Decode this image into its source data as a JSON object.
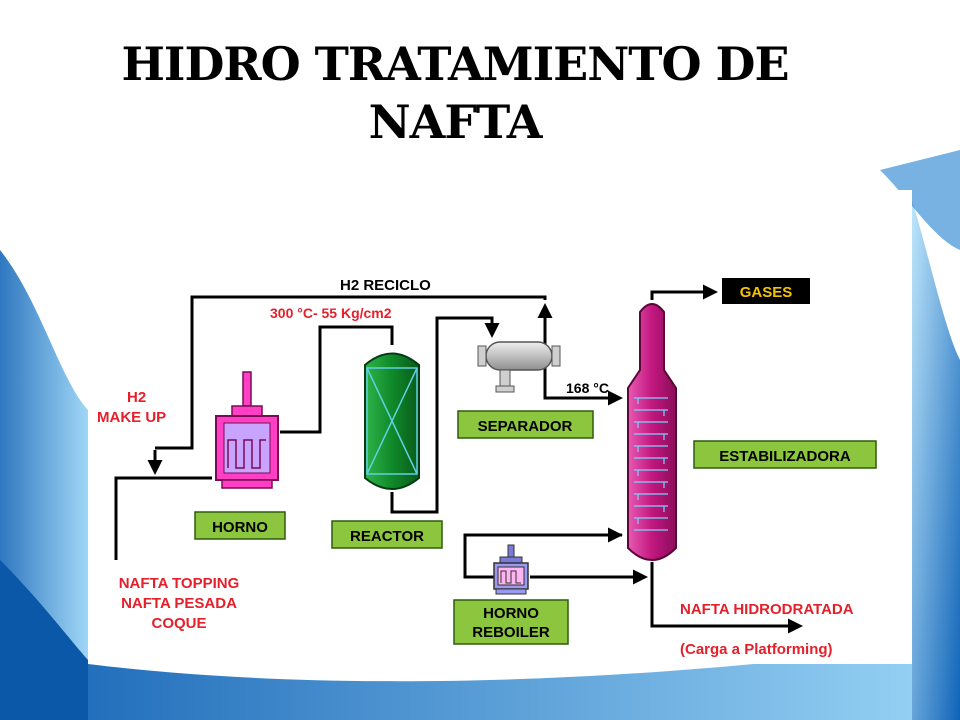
{
  "slide": {
    "title_line1": "HIDRO TRATAMIENTO DE",
    "title_line2": "NAFTA"
  },
  "diagram": {
    "header": "HIDROTRATAMIENTO DE NAFTAS",
    "h2_reciclo": "H2  RECICLO",
    "conditions": "300 °C- 55 Kg/cm2",
    "h2_makeup_line1": "H2",
    "h2_makeup_line2": "MAKE UP",
    "temp_168": "168 °C",
    "gases": "GASES",
    "separador": "SEPARADOR",
    "estabilizadora": "ESTABILIZADORA",
    "horno": "HORNO",
    "reactor": "REACTOR",
    "horno_reboiler_line1": "HORNO",
    "horno_reboiler_line2": "REBOILER",
    "feed_line1": "NAFTA TOPPING",
    "feed_line2": "NAFTA PESADA",
    "feed_line3": "COQUE",
    "product_line1": "NAFTA HIDRODRATADA",
    "product_line2": "(Carga a Platforming)"
  },
  "colors": {
    "label_green": "#8cc63f",
    "header_green": "#0b8a45",
    "gases_bg": "#000000",
    "gases_text": "#f5c400",
    "red_text": "#e6202a",
    "reactor_green": "#0f8a2a",
    "column_magenta": "#c2177f",
    "furnace_magenta": "#ff3fc4",
    "separator_grey": "#bdbdbd"
  }
}
